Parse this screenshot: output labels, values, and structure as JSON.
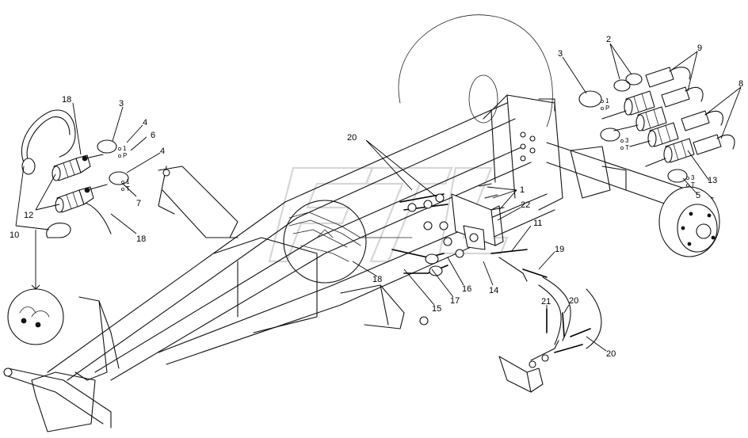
{
  "labels": [
    {
      "id": "l18a",
      "text": "18"
    },
    {
      "id": "l3a",
      "text": "3"
    },
    {
      "id": "l4a",
      "text": "4"
    },
    {
      "id": "l6",
      "text": "6"
    },
    {
      "id": "l4b",
      "text": "4"
    },
    {
      "id": "l7",
      "text": "7"
    },
    {
      "id": "l12",
      "text": "12"
    },
    {
      "id": "l10",
      "text": "10"
    },
    {
      "id": "l18b",
      "text": "18"
    },
    {
      "id": "l20a",
      "text": "20"
    },
    {
      "id": "l1",
      "text": "1"
    },
    {
      "id": "l22",
      "text": "22"
    },
    {
      "id": "l11",
      "text": "11"
    },
    {
      "id": "l19",
      "text": "19"
    },
    {
      "id": "l18c",
      "text": "18"
    },
    {
      "id": "l16",
      "text": "16"
    },
    {
      "id": "l17",
      "text": "17"
    },
    {
      "id": "l15",
      "text": "15"
    },
    {
      "id": "l14",
      "text": "14"
    },
    {
      "id": "l21",
      "text": "21"
    },
    {
      "id": "l20b",
      "text": "20"
    },
    {
      "id": "l20c",
      "text": "20"
    },
    {
      "id": "l3b",
      "text": "3"
    },
    {
      "id": "l2",
      "text": "2"
    },
    {
      "id": "l9",
      "text": "9"
    },
    {
      "id": "l8",
      "text": "8"
    },
    {
      "id": "l13",
      "text": "13"
    },
    {
      "id": "l5",
      "text": "5"
    }
  ],
  "port_marks": {
    "left_1": "1",
    "left_P": "P",
    "left_1b": "1",
    "left_T": "T",
    "right_1": "1",
    "right_P": "P",
    "right_3": "3",
    "right_T": "T",
    "right_3b": "3",
    "right_Tb": "T"
  }
}
